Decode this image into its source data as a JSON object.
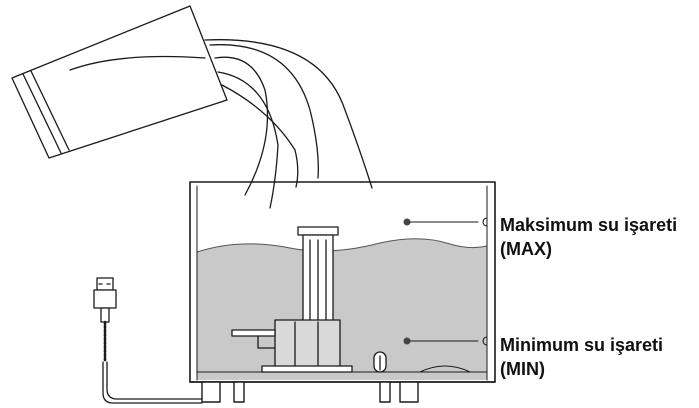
{
  "labels": {
    "max_line1": "Maksimum su işareti",
    "max_line2": "(MAX)",
    "min_line1": "Minimum su işareti",
    "min_line2": "(MIN)"
  },
  "colors": {
    "line": "#1a1a1a",
    "water": "#c9c9c9",
    "marker": "#444444",
    "background": "#ffffff"
  }
}
